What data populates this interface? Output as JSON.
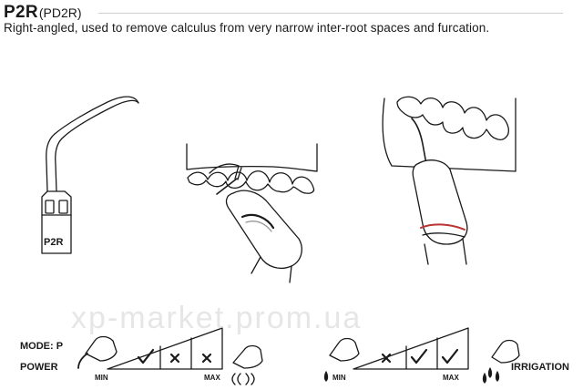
{
  "header": {
    "model": "P2R",
    "model_alt": "(PD2R)",
    "description": "Right-angled, used to remove calculus from very narrow inter-root spaces and furcation."
  },
  "tip_label": "P2R",
  "settings": {
    "mode_label": "MODE: P",
    "power_label": "POWER",
    "irrigation_label": "IRRIGATION",
    "power_scale": {
      "min": "MIN",
      "max": "MAX",
      "marks": [
        "check",
        "cross",
        "cross"
      ]
    },
    "irrigation_scale": {
      "min": "MIN",
      "max": "MAX",
      "marks": [
        "cross",
        "check",
        "check"
      ]
    }
  },
  "watermark": "xp-market.prom.ua"
}
